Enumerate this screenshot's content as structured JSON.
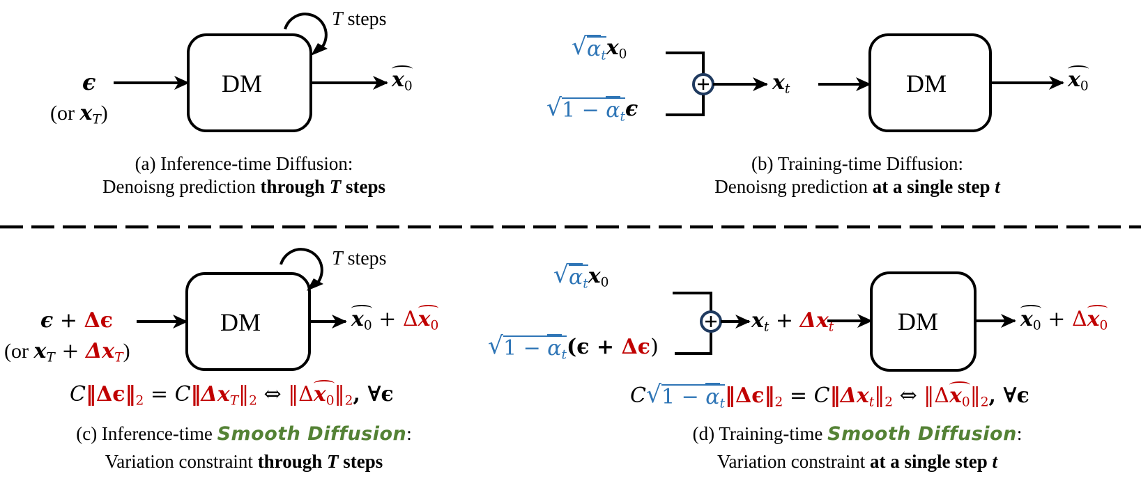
{
  "colors": {
    "perturbation_red": "#C00000",
    "noise_schedule_blue": "#2E75B6",
    "method_name_green": "#548235",
    "adder_ring_navy": "#1F3A5F",
    "line_black": "#000000"
  },
  "panel_a": {
    "input_main": "ϵ",
    "input_alt_prefix": "(or ",
    "input_alt_var": "x",
    "input_alt_sub": "T",
    "input_alt_suffix": ")",
    "block_label": "DM",
    "loop_label_var": "T",
    "loop_label_text": " steps",
    "output_var": "x",
    "output_sub": "0",
    "caption_line1": "(a) Inference-time Diffusion:",
    "caption_line2_plain": "Denoisng prediction ",
    "caption_line2_bold1": "through ",
    "caption_line2_bold_var": "T",
    "caption_line2_bold2": " steps"
  },
  "panel_b": {
    "top_input_coef_var": "α",
    "top_input_coef_sub": "t",
    "top_input_var": "x",
    "top_input_sub": "0",
    "bottom_input_coef_prefix": "1 − ",
    "bottom_input_coef_var": "α",
    "bottom_input_coef_sub": "t",
    "bottom_input_var": "ϵ",
    "adder_symbol": "+",
    "mid_var": "x",
    "mid_sub": "t",
    "block_label": "DM",
    "output_var": "x",
    "output_sub": "0",
    "caption_line1": "(b) Training-time Diffusion:",
    "caption_line2_plain": "Denoisng prediction ",
    "caption_line2_bold": "at a single step ",
    "caption_line2_bold_var": "t"
  },
  "panel_c": {
    "input_main_var": "ϵ",
    "input_plus": " + ",
    "input_delta": "Δϵ",
    "input_alt_prefix": "(or ",
    "input_alt_var": "x",
    "input_alt_sub": "T",
    "input_alt_plus": " + ",
    "input_alt_delta": "Δx",
    "input_alt_delta_sub": "T",
    "input_alt_suffix": ")",
    "block_label": "DM",
    "loop_label_var": "T",
    "loop_label_text": " steps",
    "output_var": "x",
    "output_sub": "0",
    "output_plus": " + ",
    "output_delta": "Δ",
    "output_delta_var": "x",
    "output_delta_sub": "0",
    "equation": {
      "c1": "C",
      "n1": "‖Δϵ‖",
      "n1_sub": "2",
      "eq": " = ",
      "c2": "C",
      "n2_open": "‖Δx",
      "n2_var_sub": "T",
      "n2_close": "‖",
      "n2_sub": "2",
      "iff": " ⇔ ",
      "n3_open": "‖Δ",
      "n3_var": "x",
      "n3_var_sub": "0",
      "n3_close": "‖",
      "n3_sub": "2",
      "tail": ", ∀ϵ"
    },
    "caption_line1_prefix": "(c) Inference-time ",
    "caption_line1_method": "Smooth Diffusion",
    "caption_line1_suffix": ":",
    "caption_line2_plain": "Variation constraint ",
    "caption_line2_bold1": "through ",
    "caption_line2_bold_var": "T",
    "caption_line2_bold2": " steps"
  },
  "panel_d": {
    "top_input_coef_var": "α",
    "top_input_coef_sub": "t",
    "top_input_var": "x",
    "top_input_sub": "0",
    "bottom_input_coef_prefix": "1 − ",
    "bottom_input_coef_var": "α",
    "bottom_input_coef_sub": "t",
    "bottom_input_open": "(ϵ + ",
    "bottom_input_delta": "Δϵ",
    "bottom_input_close": ")",
    "adder_symbol": "+",
    "mid_var": "x",
    "mid_sub": "t",
    "mid_plus": " + ",
    "mid_delta": "Δx",
    "mid_delta_sub": "t",
    "block_label": "DM",
    "output_var": "x",
    "output_sub": "0",
    "output_plus": " + ",
    "output_delta": "Δ",
    "output_delta_var": "x",
    "output_delta_sub": "0",
    "equation": {
      "c1": "C",
      "sqrt_prefix": "1 − ",
      "sqrt_var": "α",
      "sqrt_sub": "t",
      "n1": "‖Δϵ‖",
      "n1_sub": "2",
      "eq": " = ",
      "c2": "C",
      "n2_open": "‖Δx",
      "n2_var_sub": "t",
      "n2_close": "‖",
      "n2_sub": "2",
      "iff": " ⇔ ",
      "n3_open": "‖Δ",
      "n3_var": "x",
      "n3_var_sub": "0",
      "n3_close": "‖",
      "n3_sub": "2",
      "tail": ", ∀ϵ"
    },
    "caption_line1_prefix": "(d) Training-time ",
    "caption_line1_method": "Smooth Diffusion",
    "caption_line1_suffix": ":",
    "caption_line2_plain": "Variation constraint ",
    "caption_line2_bold": "at a single step ",
    "caption_line2_bold_var": "t"
  }
}
